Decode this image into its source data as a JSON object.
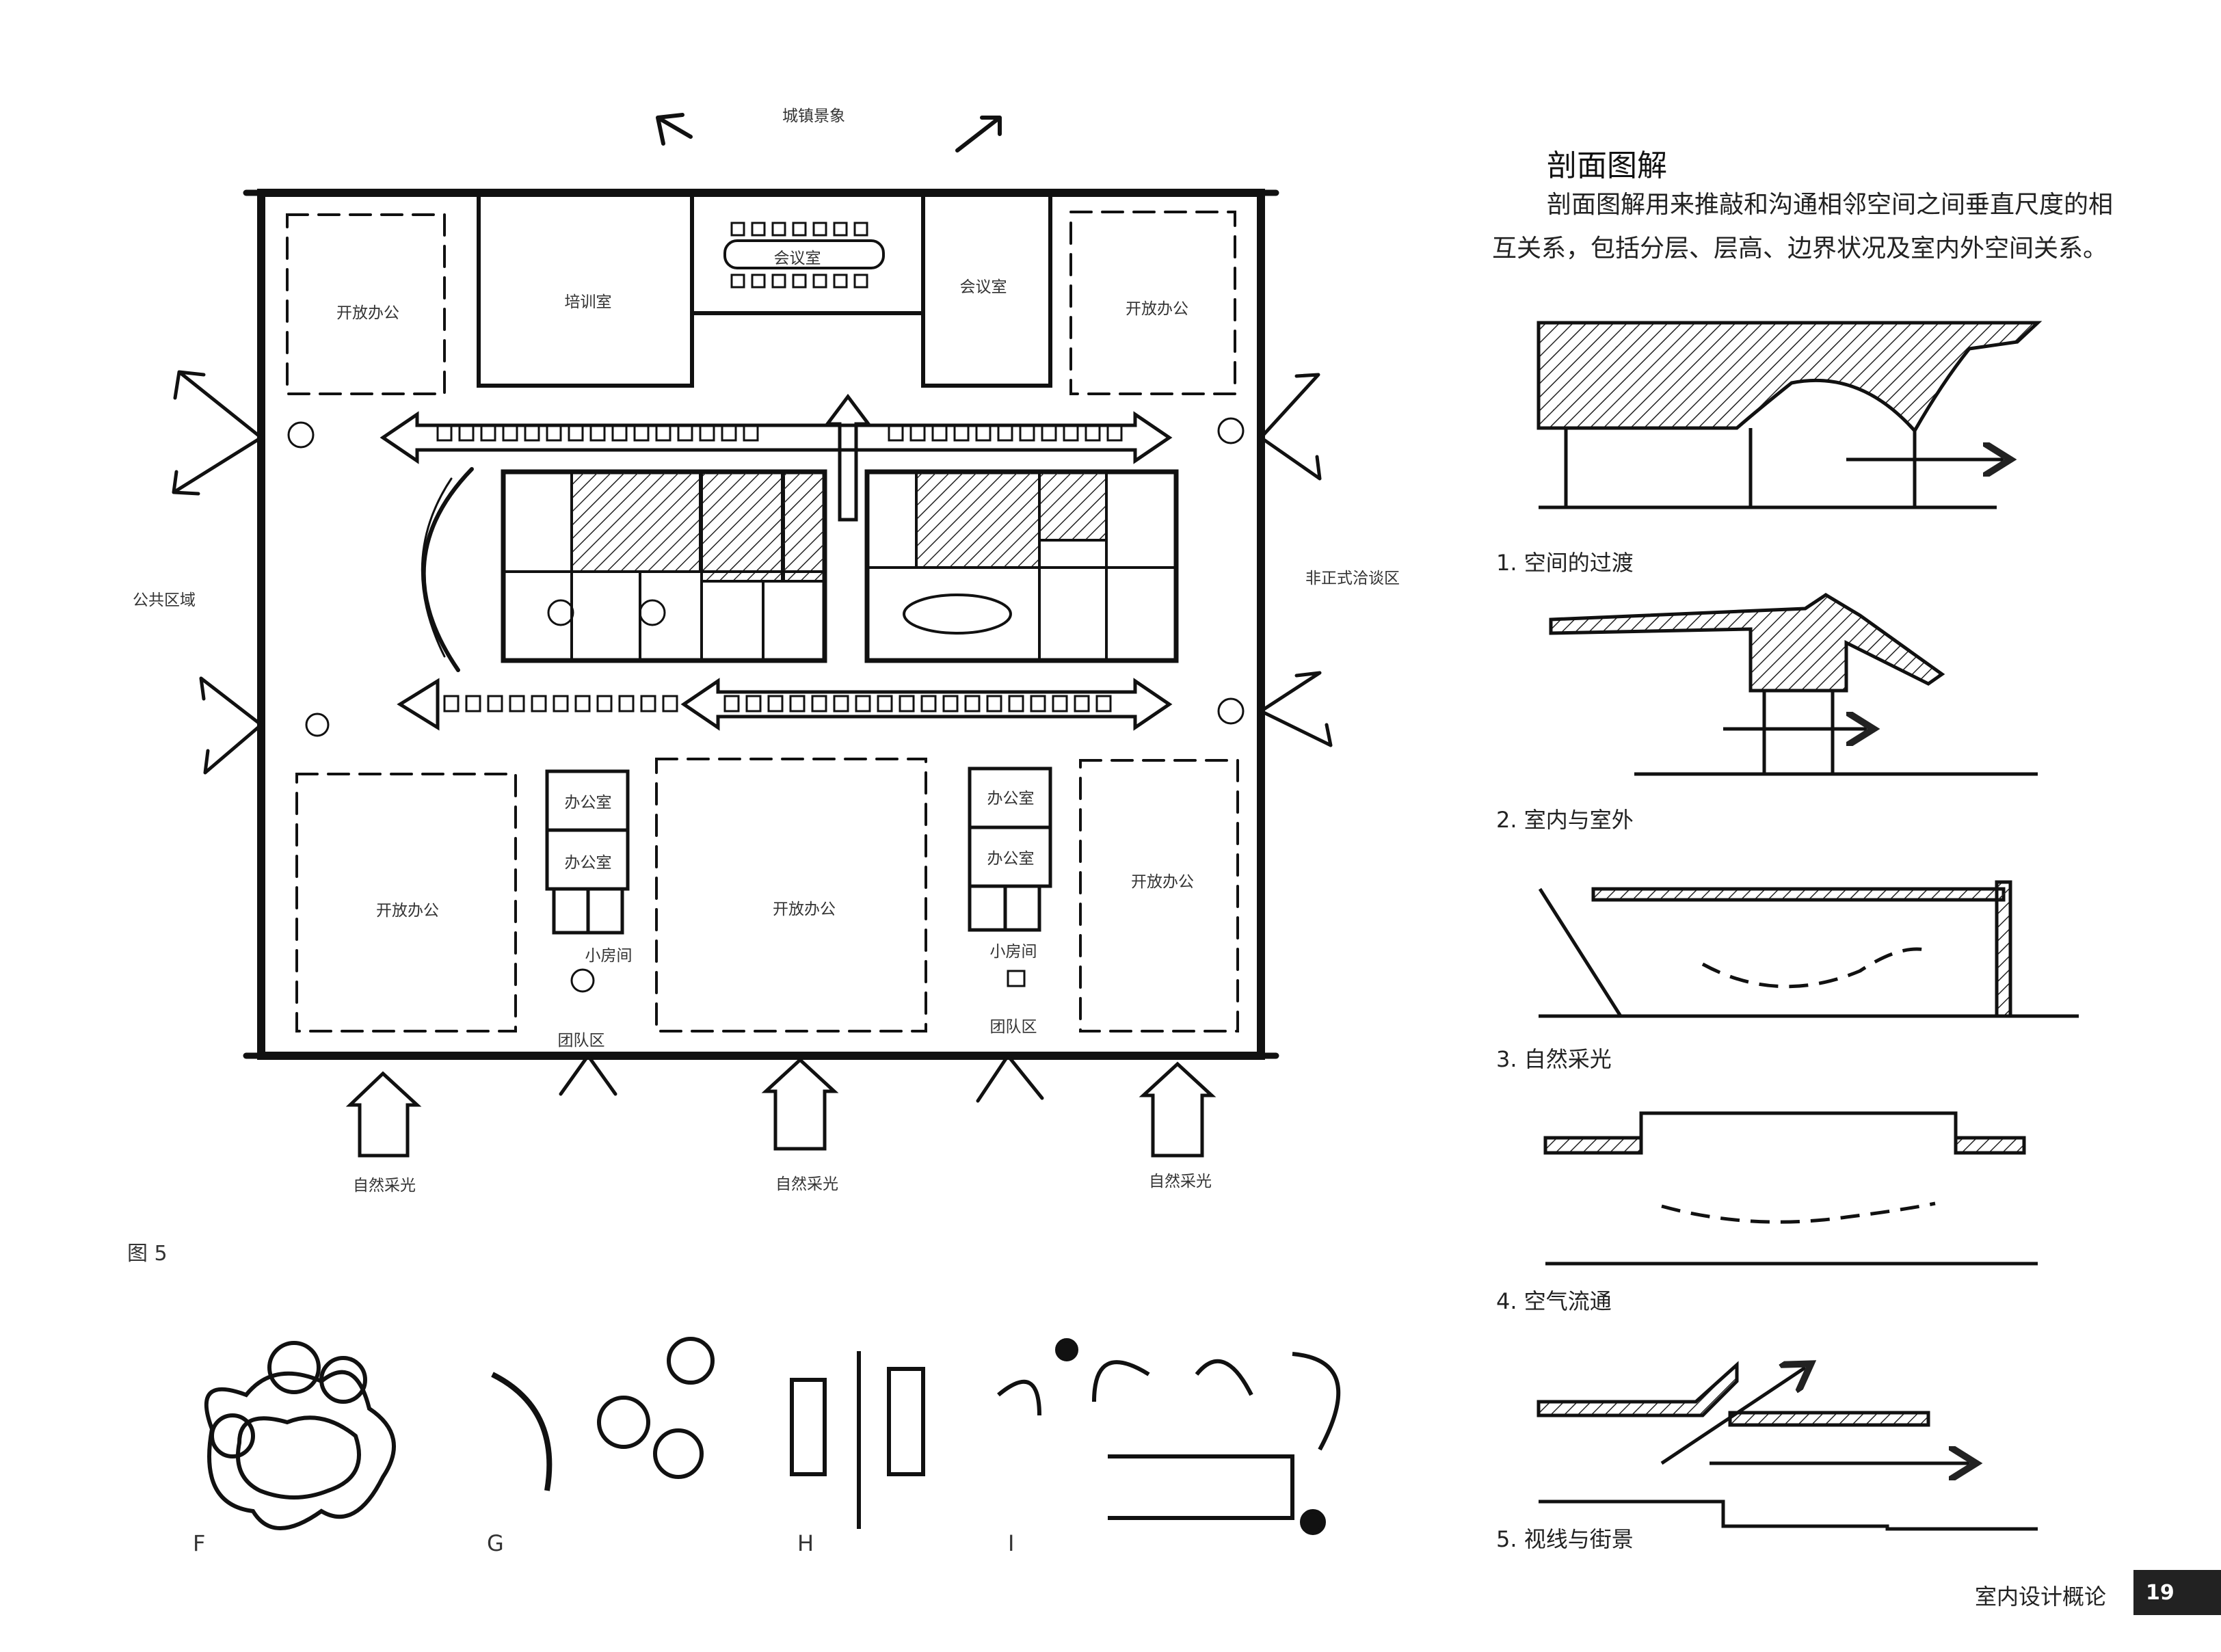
{
  "plan": {
    "top_label": "城镇景象",
    "public_area": "公共区域",
    "informal_area": "非正式洽谈区",
    "open_office_tl": "开放办公",
    "training_room": "培训室",
    "meeting_room_a": "会议室",
    "meeting_room_b": "会议室",
    "open_office_tr": "开放办公",
    "open_office_bl": "开放办公",
    "office_1": "办公室",
    "office_2": "办公室",
    "small_room_l": "小房间",
    "team_area_l": "团队区",
    "open_office_bc": "开放办公",
    "office_3": "办公室",
    "office_4": "办公室",
    "small_room_r": "小房间",
    "team_area_r": "团队区",
    "open_office_br": "开放办公",
    "daylight_1": "自然采光",
    "daylight_2": "自然采光",
    "daylight_3": "自然采光",
    "figure_label": "图 5"
  },
  "diagram_letters": [
    "F",
    "G",
    "H",
    "I"
  ],
  "section": {
    "title": "剖面图解",
    "body": "剖面图解用来推敲和沟通相邻空间之间垂直尺度的相互关系，包括分层、层高、边界状况及室内外空间关系。",
    "captions": [
      "1. 空间的过渡",
      "2. 室内与室外",
      "3. 自然采光",
      "4. 空气流通",
      "5. 视线与街景"
    ]
  },
  "footer": {
    "book_title": "室内设计概论",
    "page_number": "19"
  }
}
